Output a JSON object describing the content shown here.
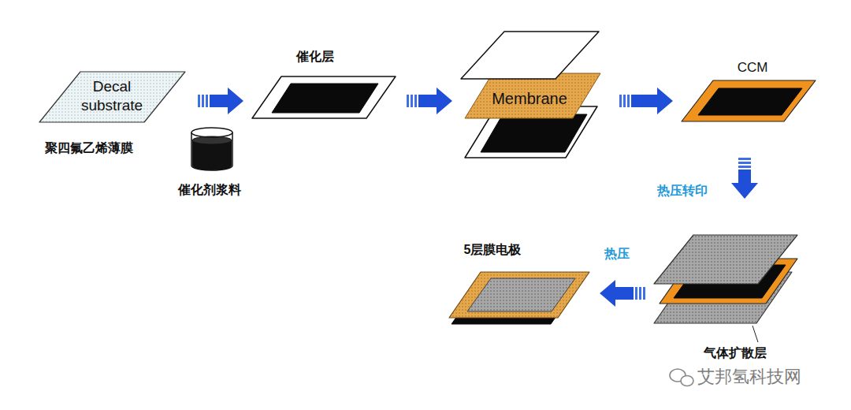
{
  "diagram": {
    "nodes": [
      {
        "text": [
          "Decal substrate",
          "聚四氟乙烯薄膜"
        ]
      },
      {
        "text": [
          "催化层"
        ]
      },
      {
        "text": [
          "Membrane"
        ]
      },
      {
        "text": [
          "CCM"
        ]
      },
      {
        "text": [
          "气体扩散层"
        ]
      },
      {
        "text": [
          "5层膜电极"
        ]
      }
    ],
    "edges": [
      {
        "from": 0,
        "to": 1,
        "arrow": "to"
      },
      {
        "from": 1,
        "to": 2,
        "arrow": "to"
      },
      {
        "from": 2,
        "to": 3,
        "arrow": "to"
      },
      {
        "from": 3,
        "to": 4,
        "arrow": "to",
        "label": "热压转印"
      },
      {
        "from": 4,
        "to": 5,
        "arrow": "to",
        "label": "热压"
      }
    ],
    "labels": [
      "催化剂浆料",
      "艾邦氢科技网"
    ]
  }
}
